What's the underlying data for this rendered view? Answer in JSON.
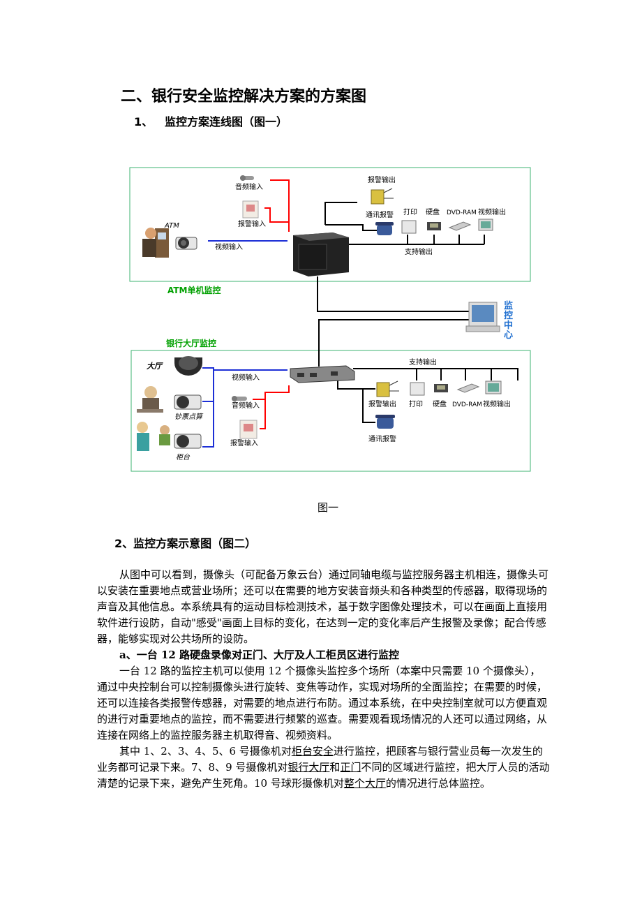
{
  "heading": "二、银行安全监控解决方案的方案图",
  "section1": {
    "num": "1、",
    "title": "监控方案连线图（图一）"
  },
  "diagram": {
    "atm_section_title": "ATM单机监控",
    "hall_section_title": "银行大厅监控",
    "center_label": [
      "监",
      "控",
      "中",
      "心"
    ],
    "atm": {
      "atm_label": "ATM",
      "video_in": "视频输入",
      "audio_in": "音频输入",
      "alarm_in": "报警输入",
      "alarm_out": "报警输出",
      "comm_alarm": "通讯报警",
      "print": "打印",
      "hdd": "硬盘",
      "dvdram": "DVD-RAM",
      "video_out": "视频输出",
      "support_out": "支持输出"
    },
    "hall": {
      "lobby": "大厅",
      "counting": "钞票点算",
      "counter": "柜台",
      "video_in": "视频输入",
      "audio_in": "音频输入",
      "alarm_in": "报警输入",
      "alarm_out": "报警输出",
      "comm_alarm": "通讯报警",
      "print": "打印",
      "hdd": "硬盘",
      "dvdram": "DVD-RAM",
      "video_out": "视频输出",
      "support_out": "支持输出"
    }
  },
  "figure_caption": "图一",
  "section2": {
    "title": "2、监控方案示意图（图二）"
  },
  "body": {
    "p1": "从图中可以看到，摄像头（可配备万象云台）通过同轴电缆与监控服务器主机相连，摄像头可以安装在重要地点或营业场所；还可以在需要的地方安装音频头和各种类型的传感器，取得现场的声音及其他信息。本系统具有的运动目标检测技术，基于数字图像处理技术，可以在画面上直接用软件进行设防，自动\"感受\"画面上目标的变化，在达到一定的变化率后产生报警及录像；配合传感器，能够实现对公共场所的设防。",
    "sub_a": "a、一台 12 路硬盘录像对正门、大厅及人工柜员区进行监控",
    "p2": "一台 12 路的监控主机可以使用 12 个摄像头监控多个场所（本案中只需要 10 个摄像头），通过中央控制台可以控制摄像头进行旋转、变焦等动作，实现对场所的全面监控；在需要的时候，还可以连接各类报警传感器，对需要的地点进行布防。通过本系统，在中央控制室就可以方便直观的进行对重要地点的监控，而不需要进行频繁的巡查。需要观看现场情况的人还可以通过网络，从连接在网络上的监控服务器主机取得音、视频资料。",
    "p3_a": "其中 1、2、3、4、5、6 号摄像机对",
    "p3_u1": "柜台安全",
    "p3_b": "进行监控，把顾客与银行营业员每一次发生的业务都可记录下来。7、8、9 号摄像机对",
    "p3_u2": "银行大厅",
    "p3_c": "和",
    "p3_u3": "正门",
    "p3_d": "不同的区域进行监控，把大厅人员的活动清楚的记录下来，避免产生死角。10 号球形摄像机对",
    "p3_u4": "整个大厅",
    "p3_e": "的情况进行总体监控。"
  },
  "colors": {
    "frame": "#3cb371",
    "title_green": "#00a000",
    "center_blue": "#1f6fd0",
    "red_line": "#ff0000",
    "blue_line": "#1c2fd6"
  }
}
